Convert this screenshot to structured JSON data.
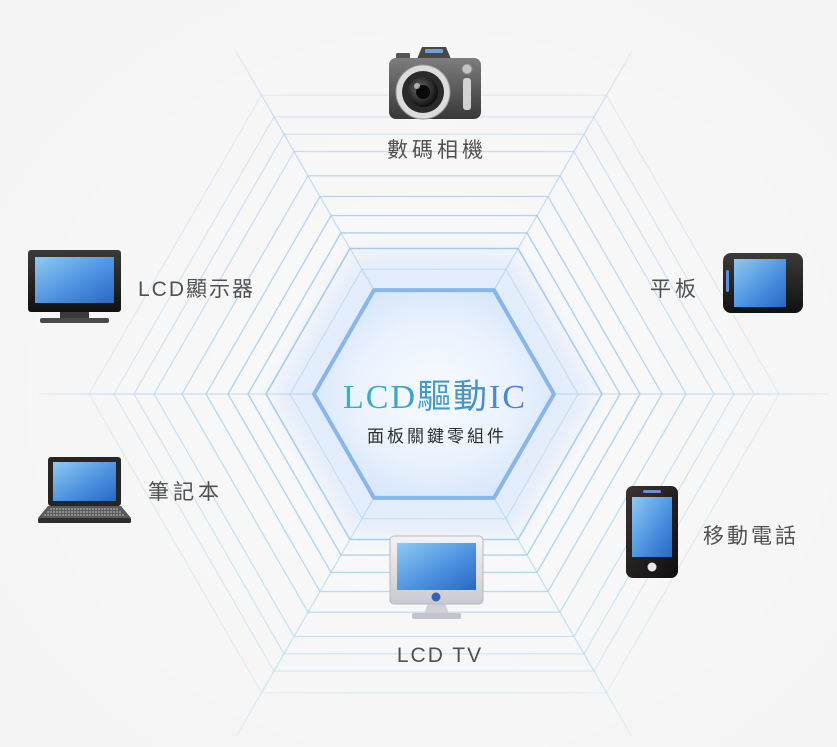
{
  "center": {
    "title": "LCD驅動IC",
    "subtitle": "面板關鍵零組件"
  },
  "nodes": {
    "camera": {
      "label": "數碼相機",
      "icon": "camera-icon"
    },
    "monitor": {
      "label": "LCD顯示器",
      "icon": "monitor-icon"
    },
    "tablet": {
      "label": "平板",
      "icon": "tablet-icon"
    },
    "laptop": {
      "label": "筆記本",
      "icon": "laptop-icon"
    },
    "phone": {
      "label": "移動電話",
      "icon": "mobile-phone-icon"
    },
    "tv": {
      "label": "LCD TV",
      "icon": "tv-icon"
    }
  },
  "colors": {
    "background": "#f4f4f4",
    "web_top": "#a3c2ee",
    "web_bottom": "#9cd5f0",
    "title_start": "#35b4c6",
    "title_end": "#4b82d8",
    "label_text": "#505050",
    "subtitle_text": "#2d2d2d"
  }
}
